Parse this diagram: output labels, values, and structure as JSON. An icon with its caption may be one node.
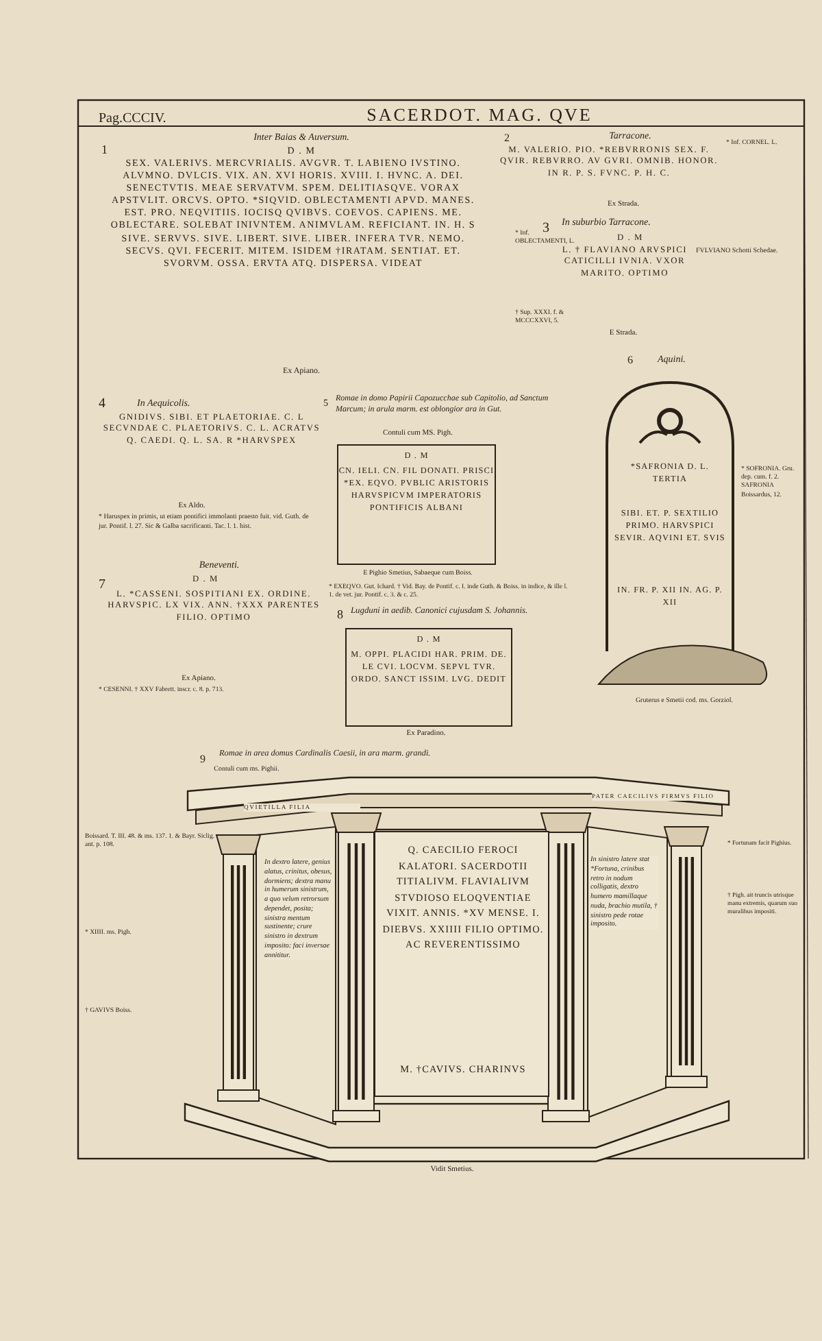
{
  "diagram": {
    "title": "SACERDOT. MAG. QVE",
    "nodes": [
      {
        "text": [
          "D . M",
          "CN. IELI. CN. FIL DONATI. PRISCI *EX. EQVO. PVBLIC ARISTORIS HARVSPICVM IMPERATORIS PONTIFICIS ALBANI"
        ]
      },
      {
        "text": [
          "D . M",
          "M. OPPI. PLACIDI HAR. PRIM. DE. LE CVI. LOCVM. SEPVL TVR. ORDO. SANCT ISSIM. LVG. DEDIT"
        ]
      },
      {
        "text": [
          "*SAFRONIA D. L. TERTIA",
          "SIBI. ET. P. SEXTILIO PRIMO. HARVSPICI SEVIR. AQVINI ET. SVIS",
          "IN. FR. P. XII IN. AG. P. XII"
        ],
        "beside": [
          "Gruterus e Smetii cod. ms. Gorziol."
        ]
      },
      {
        "text": [
          "Q. CAECILIO FEROCI KALATORI. SACERDOTII TITIALIVM. FLAVIALIVM STVDIOSO ELOQVENTIAE VIXIT. ANNIS. *XV MENSE. I. DIEBVS. XXIIII FILIO OPTIMO. AC REVERENTISSIMO",
          "M. †CAVIVS. CHARINVS"
        ]
      }
    ],
    "labels": [
      "Pag.CCCIV.",
      "1",
      "Inter Baias & Auversum.",
      "D . M",
      "SEX. VALERIVS. MERCVRIALIS. AVGVR. T. LABIENO IVSTINO. ALVMNO. DVLCIS. VIX. AN. XVI HORIS. XVIII. I. HVNC. A. DEI. SENECTVTIS. MEAE SERVATVM. SPEM. DELITIASQVE. VORAX APSTVLIT. ORCVS. OPTO. *SIQVID. OBLECTAMENTI APVD. MANES. EST. PRO. NEQVITIIS. IOCISQ QVIBVS. COEVOS. CAPIENS. ME. OBLECTARE. SOLEBAT INIVNTEM. ANIMVLAM. REFICIANT. IN. H. S SIVE. SERVVS. SIVE. LIBERT. SIVE. LIBER. INFERA TVR. NEMO. SECVS. QVI. FECERIT. MITEM. ISIDEM †IRATAM. SENTIAT. ET. SVORVM. OSSA. ERVTA ATQ. DISPERSA. VIDEAT",
      "Ex Apiano.",
      "* Inf. OBLECTAMENTI, L.",
      "† Sup. XXXI. f. & MCCCXXVI, 5.",
      "2",
      "Tarracone.",
      "M. VALERIO. PIO. *REBVRRONIS SEX. F. QVIR. REBVRRO. AV GVRI. OMNIB. HONOR. IN R. P. S. FVNC. P. H. C.",
      "Ex Strada.",
      "* Inf. CORNEL. L.",
      "3",
      "In suburbio Tarracone.",
      "D . M",
      "L. † FLAVIANO ARVSPICI CATICILLI IVNIA. VXOR MARITO. OPTIMO",
      "E Strada.",
      "FVLVIANO Schotti Schedae.",
      "4",
      "In Aequicolis.",
      "GNIDIVS. SIBI. ET PLAETORIAE. C. L SECVNDAE C. PLAETORIVS. C. L. ACRATVS Q. CAEDI. Q. L. SA. R *HARVSPEX",
      "Ex Aldo.",
      "* Haruspex in primis, ut etiam pontifici immolanti praesto fuit. vid. Guth. de jur. Pontif. l. 27. Sic & Galba sacrificanti. Tac. l. 1. hist.",
      "5",
      "Romae in domo Papirii Capozucchae sub Capitolio, ad Sanctum Marcum; in arula marm. est oblongior ara in Gut.",
      "Contuli cum MS. Pigh.",
      "E Pighio Smetius, Sabaeque cum Boiss.",
      "* EXEQVO. Gut. Ichard. † Vid. Bay. de Pontif. c. I. inde Guth. & Boiss. in indice, & ille l. 1. de vet. jur. Pontif. c. 3. & c. 25.",
      "6",
      "Aquini.",
      "* SOFRONIA. Gru. dep. cum. f. 2. SAFRONIA Boissardus, 12.",
      "7",
      "Beneventi.",
      "D . M",
      "L. *CASSENI. SOSPITIANI EX. ORDINE. HARVSPIC. LX VIX. ANN. †XXX PARENTES FILIO. OPTIMO",
      "Ex Apiano.",
      "* CESENNI. † XXV Fabrett. inscr. c. 8. p. 713.",
      "8",
      "Lugduni in aedib. Canonici cujusdam S. Johannis.",
      "Ex Paradino.",
      "9",
      "Romae in area domus Cardinalis Caesii, in ara marm. grandi.",
      "Contuli cum ms. Pighii.",
      "QVIETILLA FILIA",
      "PATER CAECILIVS FIRMVS FILIO",
      "Boissard. T. III. 48. & ms. 137. 1. & Bayr. Siclig. ant. p. 108.",
      "* XIIII. ms. Pigh.",
      "† GAVIVS Boiss.",
      "In dextro latere, genius alatus, crinitus, obesus, dormiens; dextra manu in humerum sinistrum, a quo velum retrorsum dependet, posita; sinistra mentum sustinente; crure sinistro in dextrum imposito: faci inversae annititur.",
      "In sinistro latere stat *Fortuna, crinibus retro in nodum colligatis, dextro humero mamillaque nuda, brachio mutila, † sinistro pede rotae imposito.",
      "* Fortunam facit Pighius.",
      "† Pigh. ait truncis utrisque manu extremis, quarum suo muralibus impositi.",
      "Vidit Smetius."
    ]
  }
}
